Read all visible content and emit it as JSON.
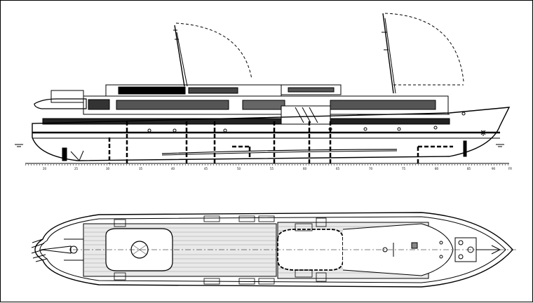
{
  "drawing": {
    "profile_view": {
      "scale_ticks": [
        "20",
        "25",
        "30",
        "35",
        "40",
        "45",
        "50",
        "55",
        "60",
        "65",
        "70",
        "75",
        "80",
        "85",
        "90"
      ],
      "scale_end_label": "FR"
    }
  }
}
